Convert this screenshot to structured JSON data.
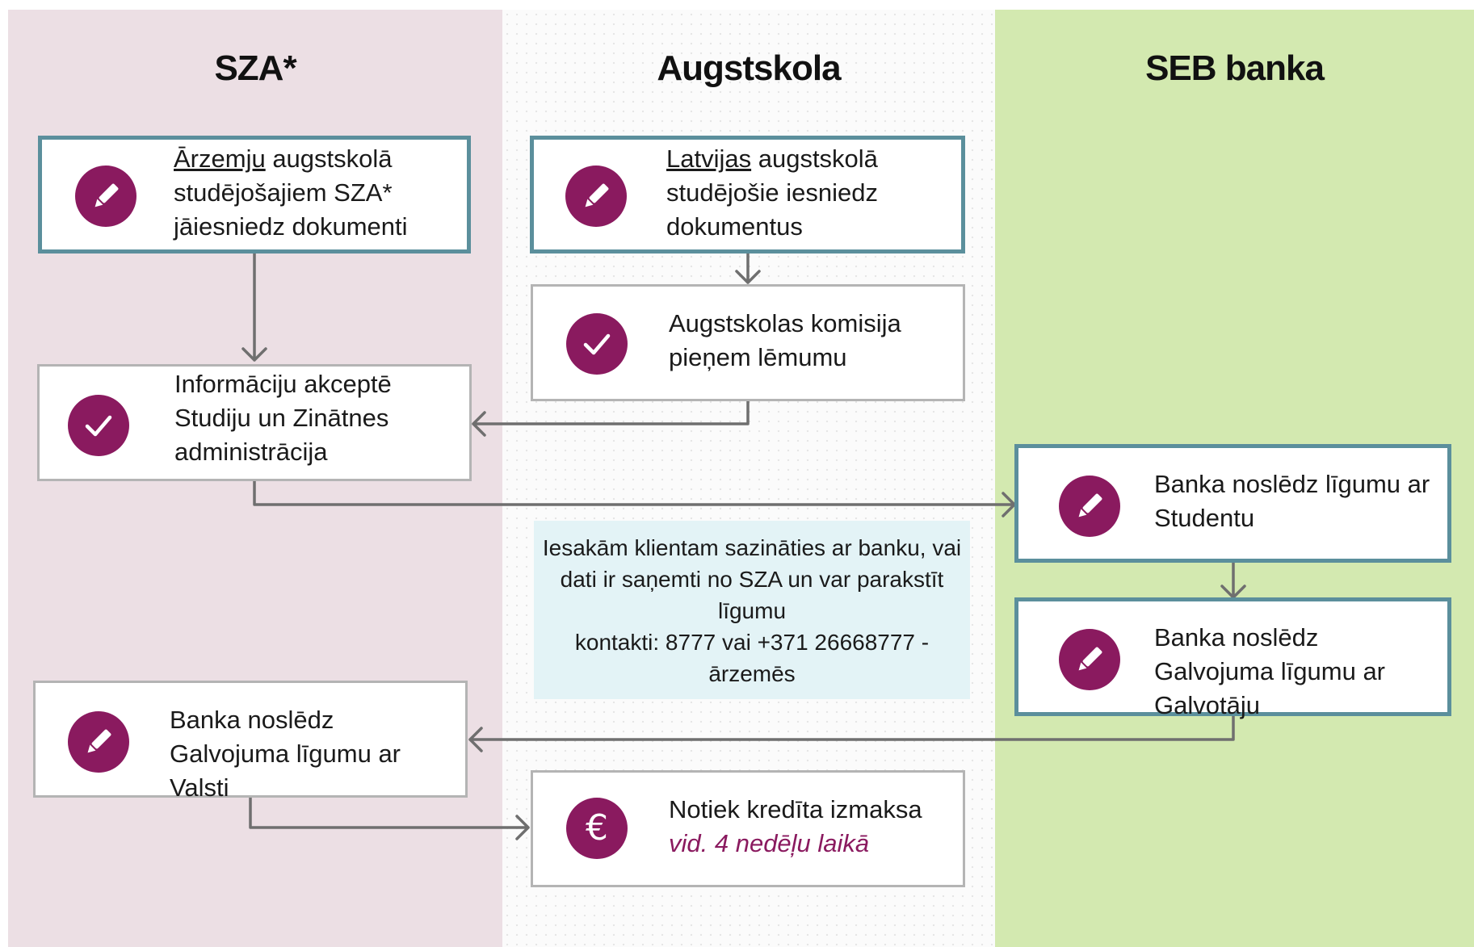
{
  "lanes": {
    "sza": "SZA*",
    "augstskola": "Augstskola",
    "seb": "SEB banka"
  },
  "steps": {
    "arzemju": {
      "underlined": "Ārzemju",
      "rest": " augstskolā studējošajiem SZA* jāiesniedz dokumenti",
      "icon": "pencil-icon"
    },
    "latvijas": {
      "underlined": "Latvijas",
      "rest": " augstskolā studējošie iesniedz dokumentus",
      "icon": "pencil-icon"
    },
    "komisija": {
      "text": "Augstskolas komisija pieņem lēmumu",
      "icon": "check-icon"
    },
    "informaciju": {
      "text": "Informāciju akceptē Studiju un Zinātnes administrācija",
      "icon": "check-icon"
    },
    "banka_studentu": {
      "text": "Banka noslēdz līgumu ar Studentu",
      "icon": "pencil-icon"
    },
    "banka_galvotaju": {
      "text": "Banka noslēdz Galvojuma līgumu ar Galvotāju",
      "icon": "pencil-icon"
    },
    "banka_valsti": {
      "text": "Banka noslēdz Galvojuma līgumu ar Valsti",
      "icon": "pencil-icon"
    },
    "izmaksa": {
      "text": "Notiek kredīta izmaksa",
      "subtext": "vid. 4 nedēļu laikā",
      "icon": "euro-icon"
    }
  },
  "note": {
    "line1": "Iesakām klientam sazināties ar banku, vai dati ir saņemti no SZA un var parakstīt līgumu",
    "line2": "kontakti: 8777 vai  +371 26668777 - ārzemēs"
  },
  "colors": {
    "sza_lane": "#ecdfe4",
    "seb_lane": "#d3e9b0",
    "accent_border": "#5b8f9c",
    "icon_fill": "#8a1a5f",
    "note_bg": "#e3f3f6"
  }
}
